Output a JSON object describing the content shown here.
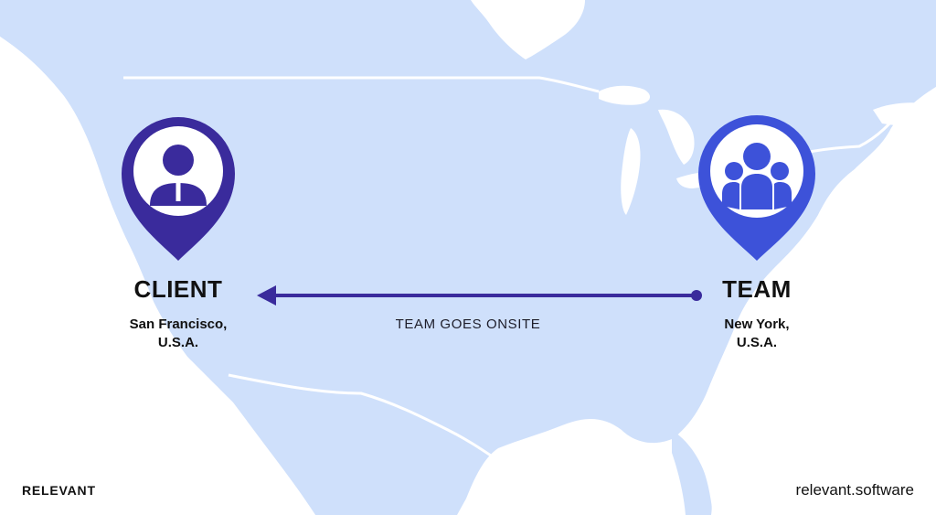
{
  "client": {
    "title": "CLIENT",
    "city_line1": "San Francisco,",
    "city_line2": "U.S.A."
  },
  "team": {
    "title": "TEAM",
    "city_line1": "New York,",
    "city_line2": "U.S.A."
  },
  "route": {
    "label": "TEAM GOES ONSITE"
  },
  "branding": {
    "left": "RELEVANT",
    "right": "relevant.software"
  },
  "colors": {
    "land": "#cfe0fb",
    "border": "#ffffff",
    "background": "#ffffff",
    "client_pin": "#3a2b9c",
    "team_pin": "#3d52d9",
    "arrow": "#3a2b9c"
  },
  "icons": {
    "client": "person-pin-icon",
    "team": "group-pin-icon"
  }
}
